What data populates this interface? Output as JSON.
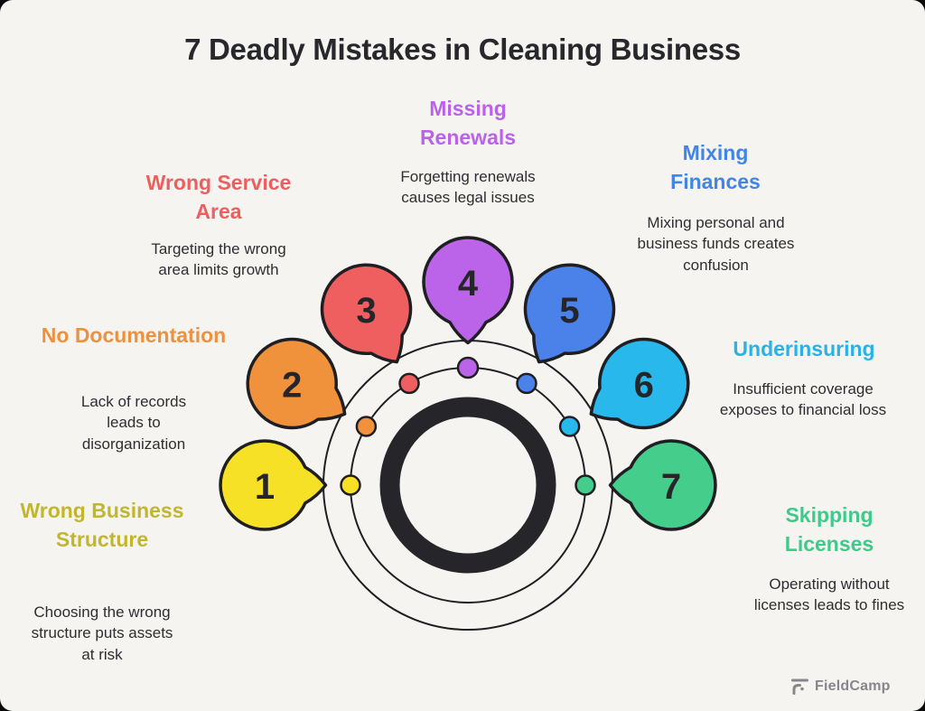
{
  "card": {
    "title": "7 Deadly Mistakes in Cleaning Business",
    "background": "#F5F4F1",
    "title_color": "#27272C"
  },
  "diagram": {
    "stroke_color": "#1F1F23",
    "ring_color": "#26262A"
  },
  "mistakes": [
    {
      "number": "1",
      "title": "Wrong Business Structure",
      "description": "Choosing the wrong structure puts assets at risk",
      "bubble_color": "#F6E126",
      "title_color": "#C2B62E"
    },
    {
      "number": "2",
      "title": "No Documentation",
      "description": "Lack of records leads to disorganization",
      "bubble_color": "#F0923C",
      "title_color": "#EC9140"
    },
    {
      "number": "3",
      "title": "Wrong Service Area",
      "description": "Targeting the wrong area limits growth",
      "bubble_color": "#EF5F5F",
      "title_color": "#EC5F5F"
    },
    {
      "number": "4",
      "title": "Missing Renewals",
      "description": "Forgetting renewals causes legal issues",
      "bubble_color": "#BB64EA",
      "title_color": "#BA63E9"
    },
    {
      "number": "5",
      "title": "Mixing Finances",
      "description": "Mixing personal and business funds creates confusion",
      "bubble_color": "#4A82EA",
      "title_color": "#4385E4"
    },
    {
      "number": "6",
      "title": "Underinsuring",
      "description": "Insufficient coverage exposes to financial loss",
      "bubble_color": "#29B8EB",
      "title_color": "#27B2E8"
    },
    {
      "number": "7",
      "title": "Skipping Licenses",
      "description": "Operating without licenses leads to fines",
      "bubble_color": "#45CD8C",
      "title_color": "#3FC98A"
    }
  ],
  "brand": {
    "name": "FieldCamp",
    "color": "#87878B"
  }
}
